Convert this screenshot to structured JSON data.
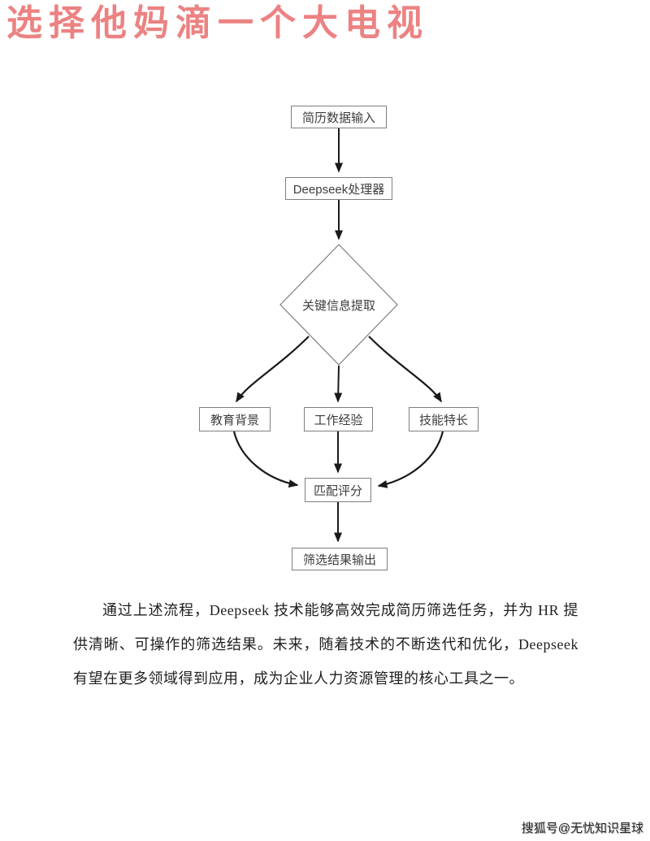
{
  "watermarks": {
    "top": "选择他妈滴一个大电视",
    "bottom": "搜狐号@无忧知识星球"
  },
  "flowchart": {
    "nodes": [
      {
        "id": "resume-input",
        "label": "简历数据输入",
        "type": "rect"
      },
      {
        "id": "deepseek-processor",
        "label": "Deepseek处理器",
        "type": "rect"
      },
      {
        "id": "key-info-extract",
        "label": "关键信息提取",
        "type": "diamond"
      },
      {
        "id": "education",
        "label": "教育背景",
        "type": "rect"
      },
      {
        "id": "experience",
        "label": "工作经验",
        "type": "rect"
      },
      {
        "id": "skills",
        "label": "技能特长",
        "type": "rect"
      },
      {
        "id": "match-score",
        "label": "匹配评分",
        "type": "rect"
      },
      {
        "id": "result-output",
        "label": "筛选结果输出",
        "type": "rect"
      }
    ],
    "line_color": "#1a1a1a",
    "box_border_color": "#7f7f7f"
  },
  "paragraph": "通过上述流程，Deepseek 技术能够高效完成简历筛选任务，并为 HR 提供清晰、可操作的筛选结果。未来，随着技术的不断迭代和优化，Deepseek 有望在更多领域得到应用，成为企业人力资源管理的核心工具之一。"
}
